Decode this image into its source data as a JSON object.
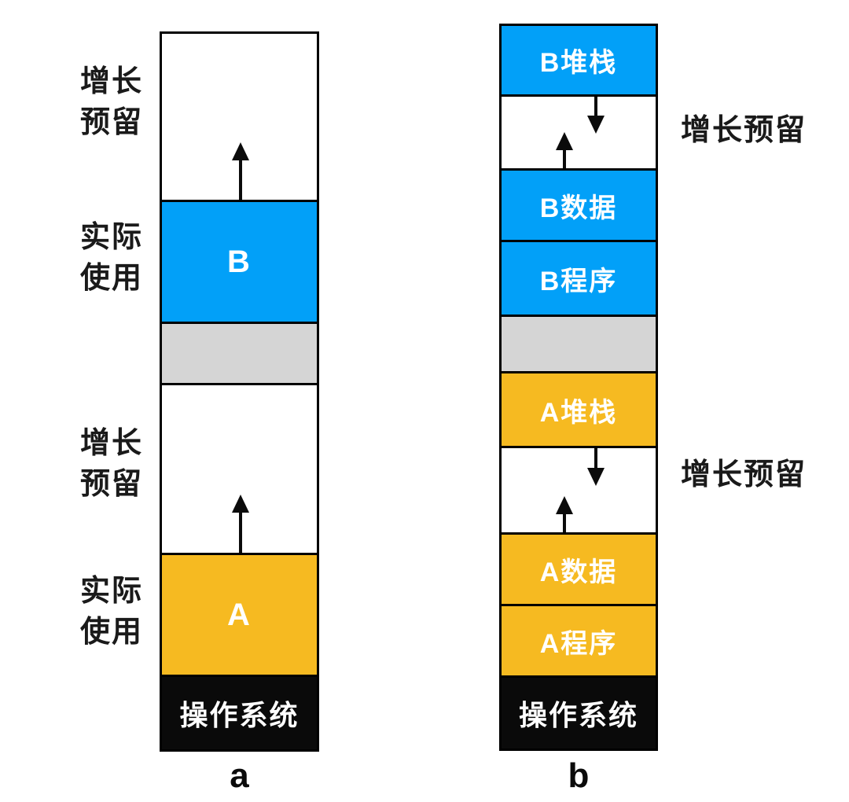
{
  "colors": {
    "process_b_blue": "#02A0F8",
    "process_a_orange": "#F6BA21",
    "free_gray": "#D5D5D5",
    "os_black": "#0A0A0A"
  },
  "diagram_a": {
    "caption": "a",
    "side_labels": {
      "growth_top": "增长\n预留",
      "used_top": "实际\n使用",
      "growth_bottom": "增长\n预留",
      "used_bottom": "实际\n使用"
    },
    "segments": {
      "process_b": "B",
      "process_a": "A",
      "os": "操作系统"
    }
  },
  "diagram_b": {
    "caption": "b",
    "right_labels": {
      "growth_top": "增长预留",
      "growth_bottom": "增长预留"
    },
    "segments": {
      "b_stack": "B堆栈",
      "b_data": "B数据",
      "b_program": "B程序",
      "a_stack": "A堆栈",
      "a_data": "A数据",
      "a_program": "A程序",
      "os": "操作系统"
    }
  }
}
